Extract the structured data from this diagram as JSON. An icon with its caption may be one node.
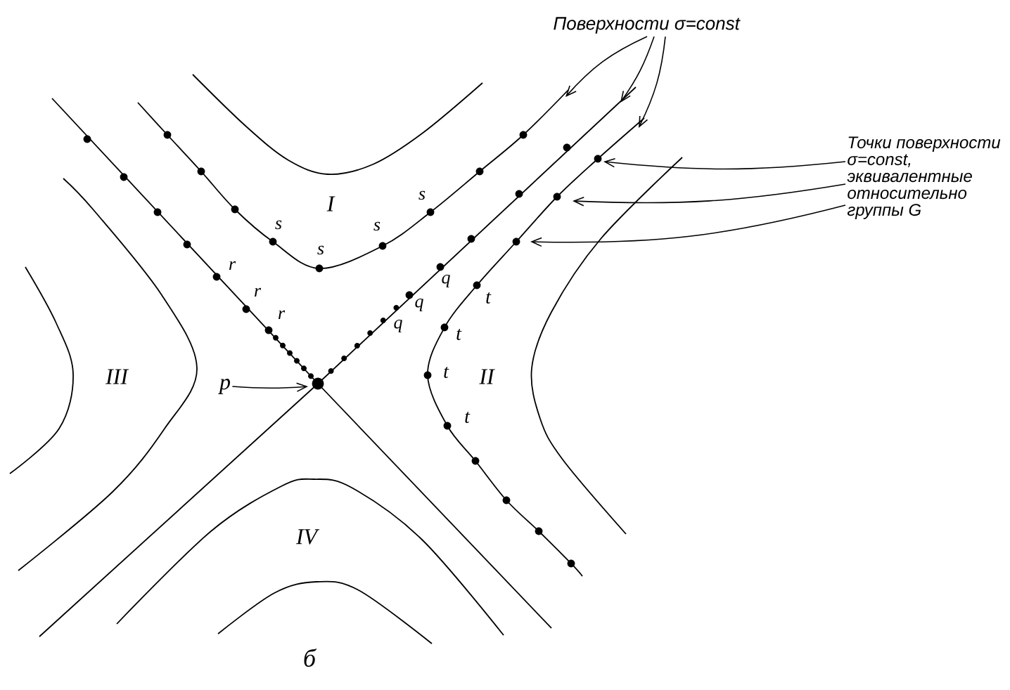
{
  "diagram": {
    "nodes": [
      {
        "text": [
          "Поверхности σ=const"
        ]
      },
      {
        "text": [
          "Точки поверхности σ=const, эквивалентные относительно группы G"
        ]
      },
      {
        "text": [
          "p"
        ]
      }
    ],
    "edges": [
      {
        "from": 0,
        "to": null,
        "arrow": "to"
      },
      {
        "from": 0,
        "to": null,
        "arrow": "to"
      },
      {
        "from": 0,
        "to": null,
        "arrow": "to"
      },
      {
        "from": 1,
        "to": null,
        "arrow": "to"
      },
      {
        "from": 1,
        "to": null,
        "arrow": "to"
      },
      {
        "from": 1,
        "to": null,
        "arrow": "to"
      },
      {
        "from": 2,
        "to": null,
        "arrow": "to"
      }
    ],
    "labels": [
      "I",
      "s",
      "s",
      "s",
      "s",
      "r",
      "q",
      "r",
      "t",
      "q",
      "r",
      "q",
      "t",
      "t",
      "II",
      "III",
      "t",
      "IV",
      "б"
    ]
  }
}
